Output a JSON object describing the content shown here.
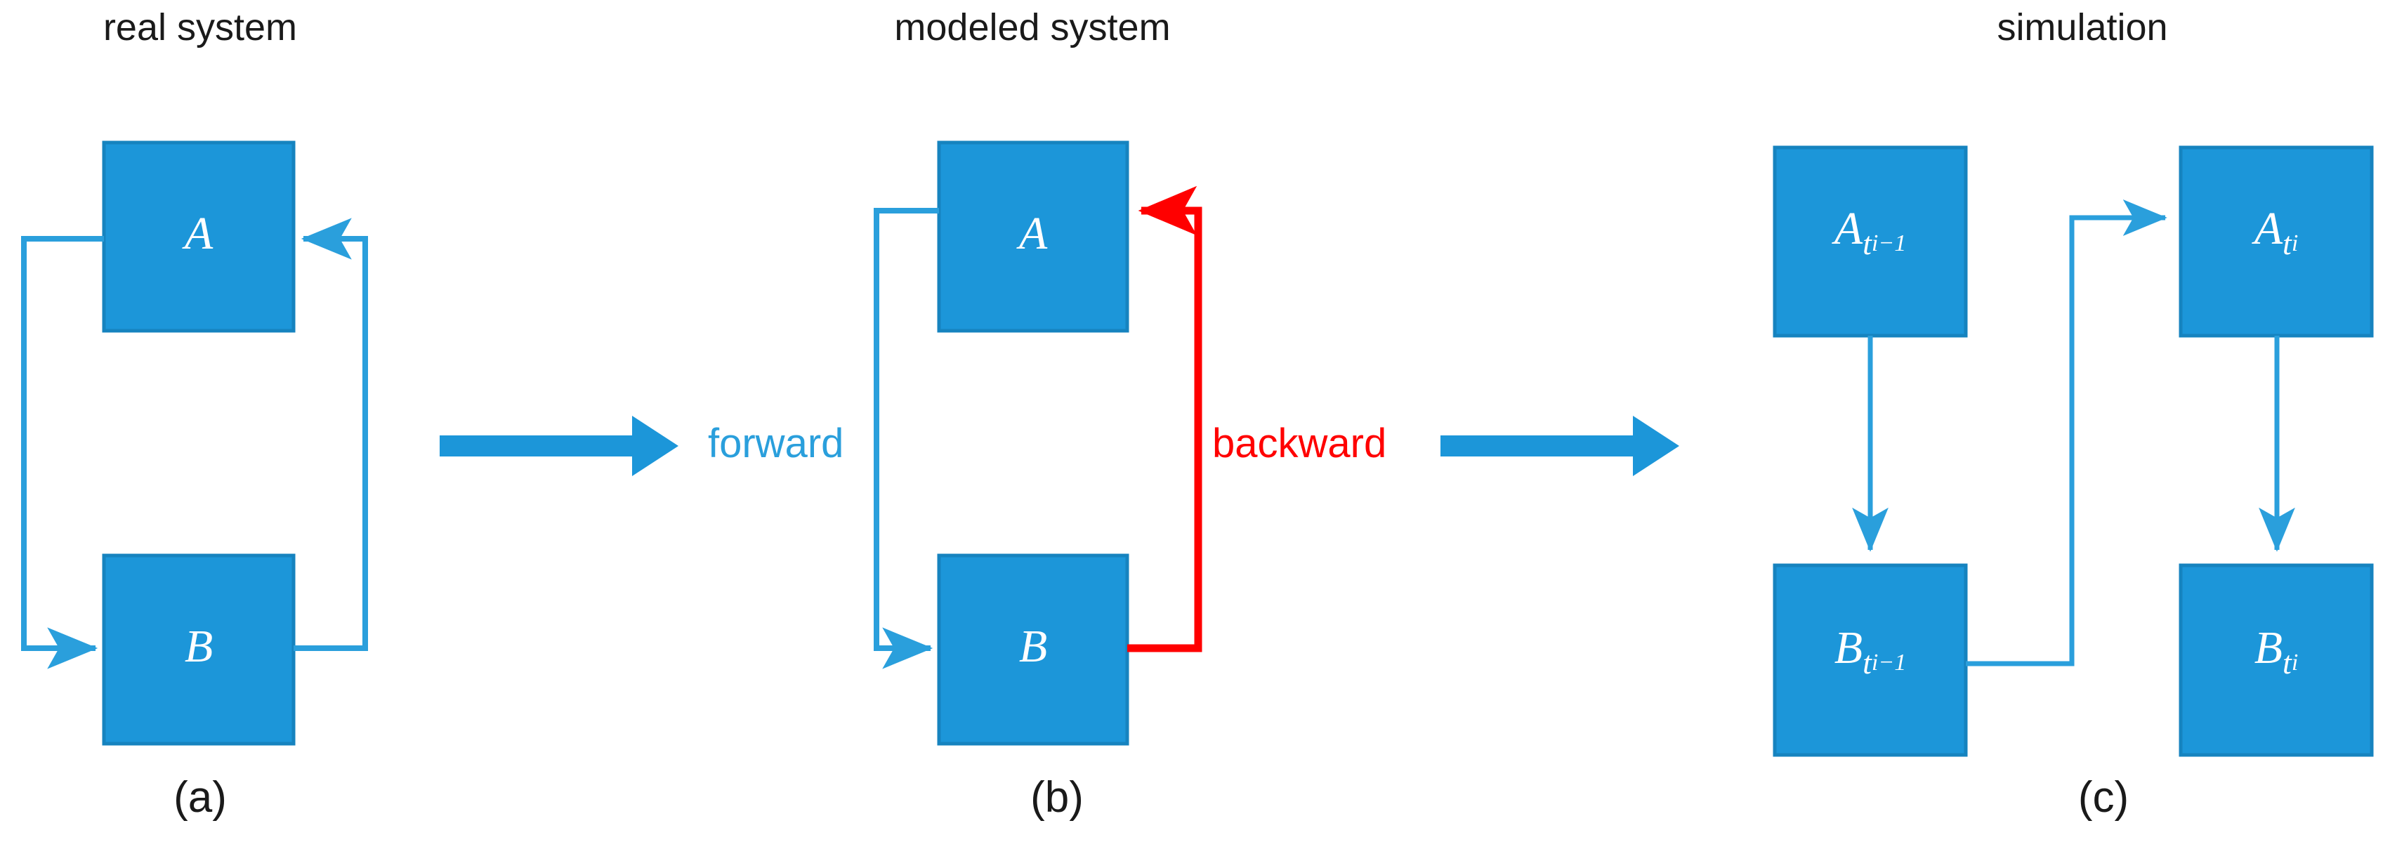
{
  "figure": {
    "background": "#ffffff",
    "box_fill": "#1c96d9",
    "box_stroke": "#1683bf",
    "forward_color": "#2a9fdc",
    "backward_color": "#ff0000",
    "label_color": "#1a1a1a"
  },
  "panels": [
    {
      "id": "a",
      "title": "real system",
      "caption": "(a)",
      "nodes": [
        {
          "name": "node-a",
          "base": "A",
          "sub1": "",
          "sub2": ""
        },
        {
          "name": "node-b",
          "base": "B",
          "sub1": "",
          "sub2": ""
        }
      ],
      "edges": [
        {
          "name": "edge-a-to-b",
          "color": "#2a9fdc",
          "label": ""
        },
        {
          "name": "edge-b-to-a",
          "color": "#2a9fdc",
          "label": ""
        }
      ]
    },
    {
      "id": "b",
      "title": "modeled system",
      "caption": "(b)",
      "nodes": [
        {
          "name": "node-a",
          "base": "A",
          "sub1": "",
          "sub2": ""
        },
        {
          "name": "node-b",
          "base": "B",
          "sub1": "",
          "sub2": ""
        }
      ],
      "edges": [
        {
          "name": "edge-forward",
          "color": "#2a9fdc",
          "label": "forward"
        },
        {
          "name": "edge-backward",
          "color": "#ff0000",
          "label": "backward"
        }
      ]
    },
    {
      "id": "c",
      "title": "simulation",
      "caption": "(c)",
      "nodes": [
        {
          "name": "node-a-prev",
          "base": "A",
          "sub1": "t",
          "sub2": "i−1"
        },
        {
          "name": "node-a-cur",
          "base": "A",
          "sub1": "t",
          "sub2": "i"
        },
        {
          "name": "node-b-prev",
          "base": "B",
          "sub1": "t",
          "sub2": "i−1"
        },
        {
          "name": "node-b-cur",
          "base": "B",
          "sub1": "t",
          "sub2": "i"
        }
      ],
      "edges": [
        {
          "name": "edge-aprev-to-bprev",
          "color": "#2a9fdc",
          "label": ""
        },
        {
          "name": "edge-bprev-to-acur",
          "color": "#2a9fdc",
          "label": ""
        },
        {
          "name": "edge-acur-to-bcur",
          "color": "#2a9fdc",
          "label": ""
        }
      ]
    }
  ],
  "transitions": [
    {
      "name": "transition-arrow-a-b",
      "color": "#1c96d9"
    },
    {
      "name": "transition-arrow-b-c",
      "color": "#1c96d9"
    }
  ]
}
